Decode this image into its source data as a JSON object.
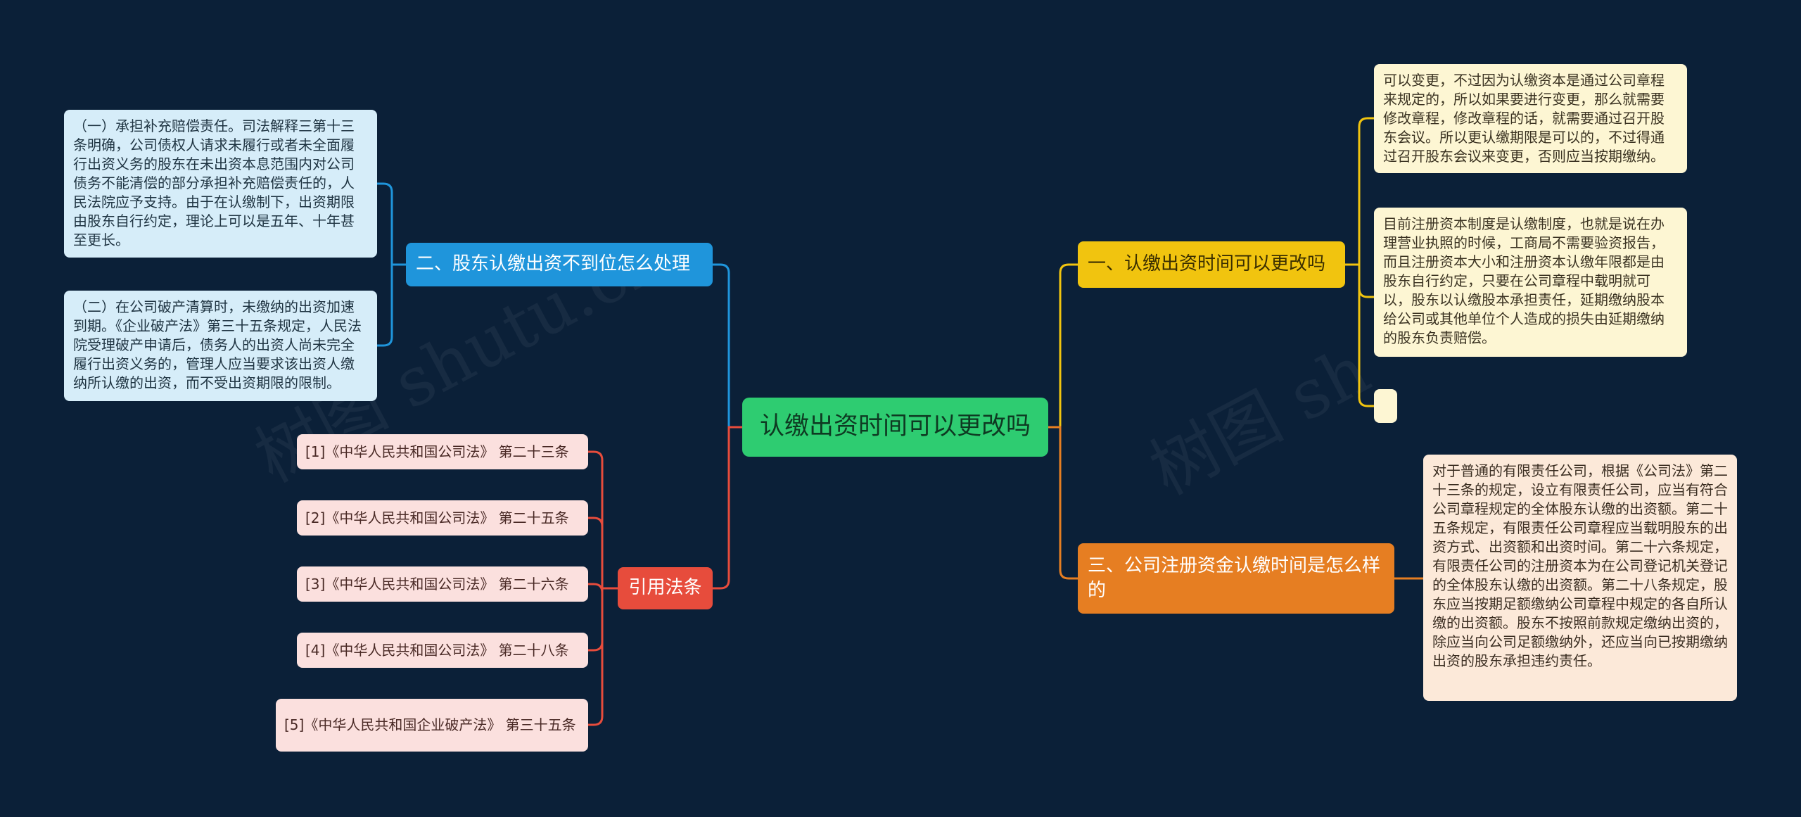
{
  "root": {
    "label": "认缴出资时间可以更改吗"
  },
  "branches": {
    "b1": {
      "label": "一、认缴出资时间可以更改吗",
      "leaves": [
        "可以变更，不过因为认缴资本是通过公司章程来规定的，所以如果要进行变更，那么就需要修改章程，修改章程的话，就需要通过召开股东会议。所以更认缴期限是可以的，不过得通过召开股东会议来变更，否则应当按期缴纳。",
        "目前注册资本制度是认缴制度，也就是说在办理营业执照的时候，工商局不需要验资报告，而且注册资本大小和注册资本认缴年限都是由股东自行约定，只要在公司章程中载明就可以，股东以认缴股本承担责任，延期缴纳股本给公司或其他单位个人造成的损失由延期缴纳的股东负责赔偿。",
        ""
      ]
    },
    "b3": {
      "label": "三、公司注册资金认缴时间是怎么样的",
      "leaves": [
        "对于普通的有限责任公司，根据《公司法》第二十三条的规定，设立有限责任公司，应当有符合公司章程规定的全体股东认缴的出资额。第二十五条规定，有限责任公司章程应当载明股东的出资方式、出资额和出资时间。第二十六条规定，有限责任公司的注册资本为在公司登记机关登记的全体股东认缴的出资额。第二十八条规定，股东应当按期足额缴纳公司章程中规定的各自所认缴的出资额。股东不按照前款规定缴纳出资的，除应当向公司足额缴纳外，还应当向已按期缴纳出资的股东承担违约责任。"
      ]
    },
    "b2": {
      "label": "二、股东认缴出资不到位怎么处理",
      "leaves": [
        "（一）承担补充赔偿责任。司法解释三第十三条明确，公司债权人请求未履行或者未全面履行出资义务的股东在未出资本息范围内对公司债务不能清偿的部分承担补充赔偿责任的，人民法院应予支持。由于在认缴制下，出资期限由股东自行约定，理论上可以是五年、十年甚至更长。",
        "（二）在公司破产清算时，未缴纳的出资加速到期。《企业破产法》第三十五条规定，人民法院受理破产申请后，债务人的出资人尚未完全履行出资义务的，管理人应当要求该出资人缴纳所认缴的出资，而不受出资期限的限制。"
      ]
    },
    "b4": {
      "label": "引用法条",
      "leaves": [
        "[1]《中华人民共和国公司法》 第二十三条",
        "[2]《中华人民共和国公司法》 第二十五条",
        "[3]《中华人民共和国公司法》 第二十六条",
        "[4]《中华人民共和国公司法》 第二十八条",
        "[5]《中华人民共和国企业破产法》 第三十五条"
      ]
    }
  },
  "watermark": [
    "树图 shutu.cn",
    "树图 sh"
  ],
  "colors": {
    "background": "#0b2038",
    "root": "#2ecc71",
    "yellow": "#f1c40f",
    "orange": "#e67e22",
    "blue": "#1f95db",
    "red": "#e74c3c"
  }
}
